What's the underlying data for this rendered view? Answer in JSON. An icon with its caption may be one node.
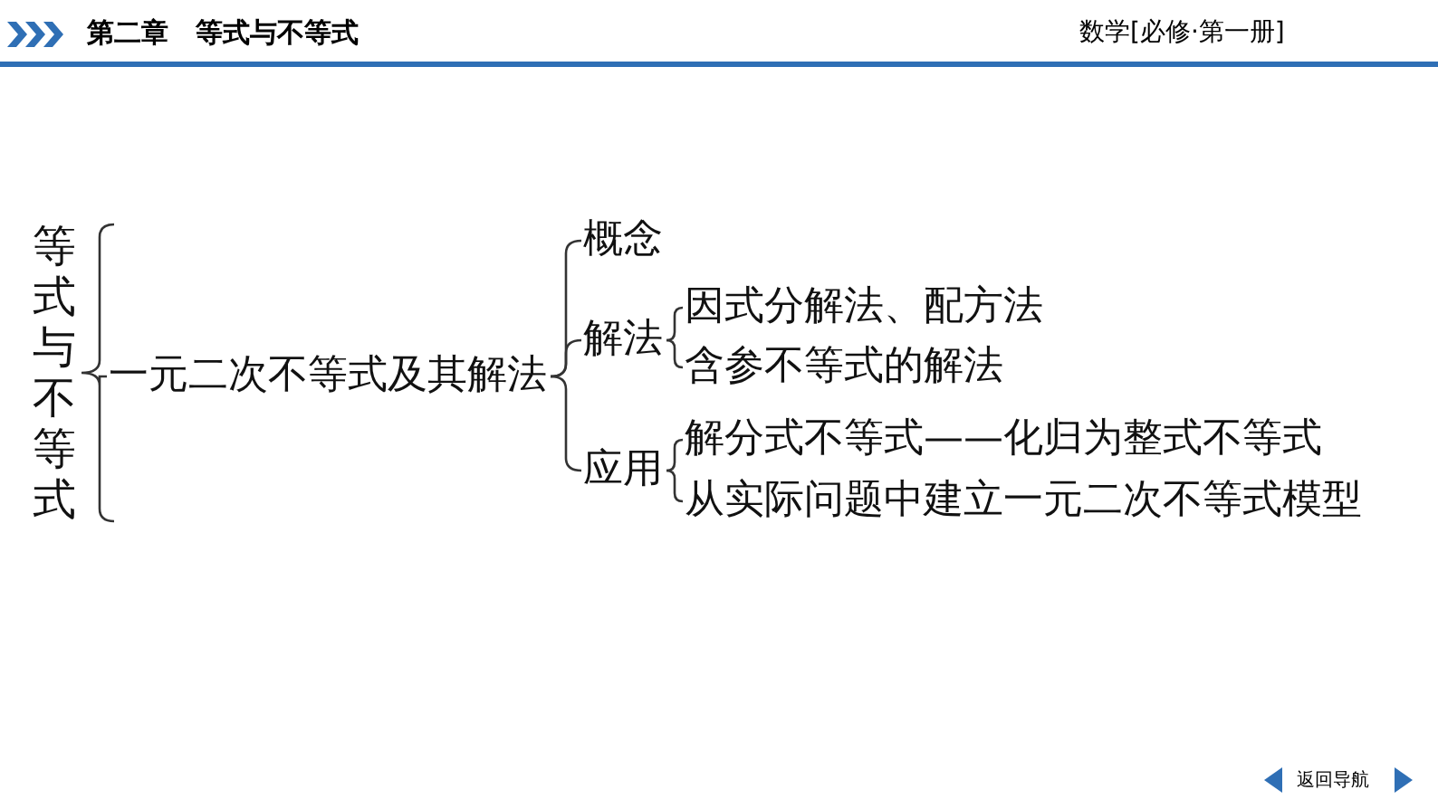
{
  "diagram": {
    "nodes": [
      {
        "text": [
          "等式与不等式"
        ]
      },
      {
        "text": [
          "一元二次不等式及其解法"
        ]
      },
      {
        "text": [
          "概念"
        ]
      },
      {
        "text": [
          "解法"
        ]
      },
      {
        "text": [
          "因式分解法、配方法"
        ]
      },
      {
        "text": [
          "含参不等式的解法"
        ]
      },
      {
        "text": [
          "应用"
        ]
      },
      {
        "text": [
          "解分式不等式——化归为整式不等式"
        ]
      },
      {
        "text": [
          "从实际问题中建立一元二次不等式模型"
        ]
      }
    ],
    "edges": [
      {
        "from": 0,
        "to": 1,
        "arrow": "none"
      },
      {
        "from": 1,
        "to": 2,
        "arrow": "none"
      },
      {
        "from": 1,
        "to": 3,
        "arrow": "none"
      },
      {
        "from": 1,
        "to": 6,
        "arrow": "none"
      },
      {
        "from": 3,
        "to": 4,
        "arrow": "none"
      },
      {
        "from": 3,
        "to": 5,
        "arrow": "none"
      },
      {
        "from": 6,
        "to": 7,
        "arrow": "none"
      },
      {
        "from": 6,
        "to": 8,
        "arrow": "none"
      }
    ],
    "labels": [
      "第二章　等式与不等式",
      "数学[必修·第一册]",
      "返回导航"
    ]
  }
}
